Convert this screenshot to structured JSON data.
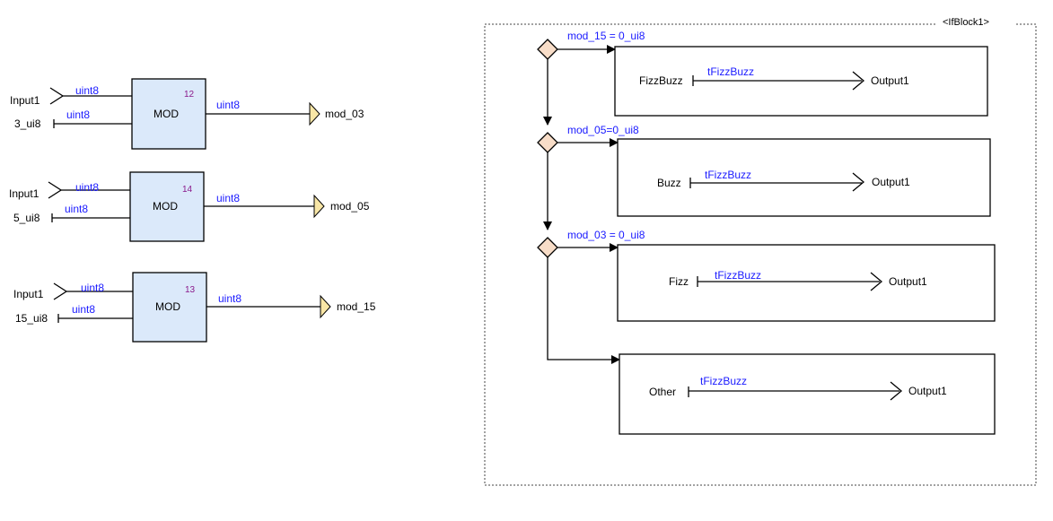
{
  "colors": {
    "mod_block_fill": "#dbe9fa",
    "wire_label": "#1a1aff",
    "block_number": "#8b1a8b",
    "output_port_fill": "#f8e6a6",
    "decision_fill": "#f8ddc8"
  },
  "mod_blocks": [
    {
      "number": "12",
      "label": "MOD",
      "in1_name": "Input1",
      "in1_type": "uint8",
      "in2_name": "3_ui8",
      "in2_type": "uint8",
      "out_type": "uint8",
      "out_name": "mod_03"
    },
    {
      "number": "14",
      "label": "MOD",
      "in1_name": "Input1",
      "in1_type": "uint8",
      "in2_name": "5_ui8",
      "in2_type": "uint8",
      "out_type": "uint8",
      "out_name": "mod_05"
    },
    {
      "number": "13",
      "label": "MOD",
      "in1_name": "Input1",
      "in1_type": "uint8",
      "in2_name": "15_ui8",
      "in2_type": "uint8",
      "out_type": "uint8",
      "out_name": "mod_15"
    }
  ],
  "if_block": {
    "title": "<IfBlock1>",
    "branches": [
      {
        "condition": "mod_15 = 0_ui8",
        "value": "FizzBuzz",
        "type": "tFizzBuzz",
        "output": "Output1"
      },
      {
        "condition": "mod_05=0_ui8",
        "value": "Buzz",
        "type": "tFizzBuzz",
        "output": "Output1"
      },
      {
        "condition": "mod_03 = 0_ui8",
        "value": "Fizz",
        "type": "tFizzBuzz",
        "output": "Output1"
      },
      {
        "condition": "",
        "value": "Other",
        "type": "tFizzBuzz",
        "output": "Output1"
      }
    ]
  }
}
